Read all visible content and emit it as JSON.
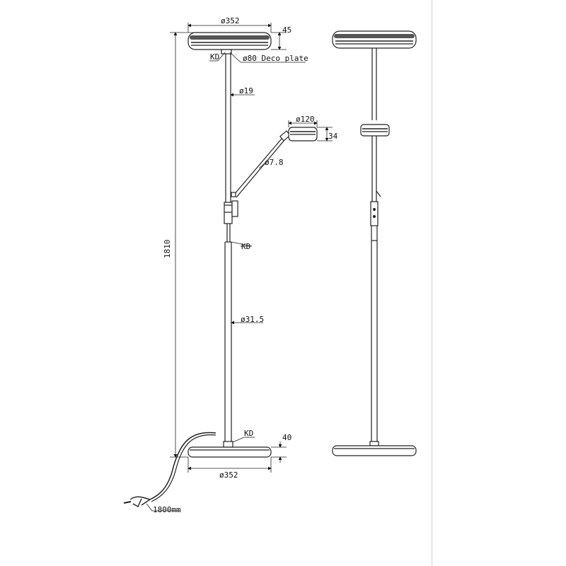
{
  "labels": {
    "top_diameter": "ø352",
    "top_height": "45",
    "kd_top": "KD",
    "deco_plate": "ø80 Deco plate",
    "pole_upper_diameter": "ø19",
    "reading_head_diameter": "ø120",
    "reading_head_height": "34",
    "arm_diameter": "ø7.8",
    "kd_middle": "KD",
    "total_height": "1810",
    "pole_lower_diameter": "ø31.5",
    "kd_bottom": "KD",
    "base_height": "40",
    "base_diameter": "ø352",
    "cable_length": "1800mm"
  }
}
